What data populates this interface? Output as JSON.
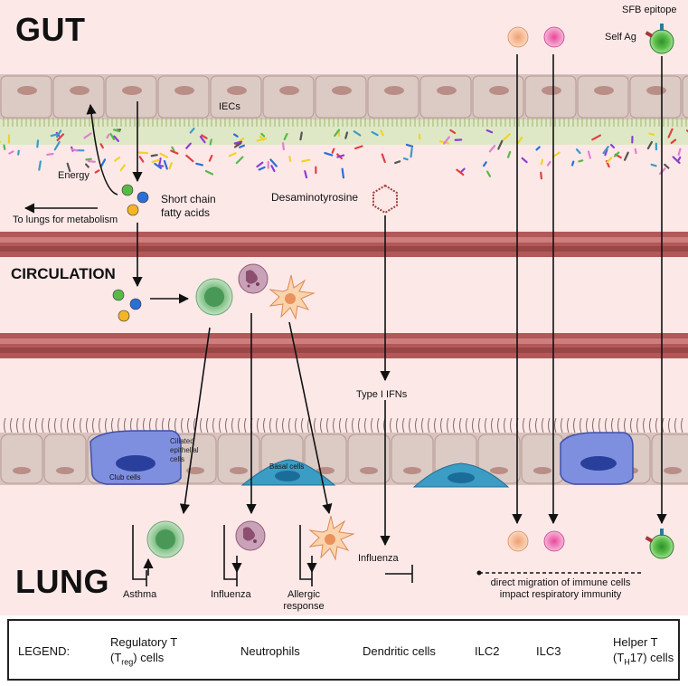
{
  "regions": {
    "gut": "GUT",
    "circulation": "CIRCULATION",
    "lung": "LUNG"
  },
  "gut_labels": {
    "iecs": "IECs",
    "energy": "Energy",
    "scfa_line1": "Short chain",
    "scfa_line2": "fatty acids",
    "to_lungs": "To lungs for metabolism",
    "desaminotyrosine": "Desaminotyrosine",
    "sfb_epitope": "SFB epitope",
    "self_ag": "Self Ag"
  },
  "lung_labels": {
    "type_i_ifns": "Type I IFNs",
    "ciliated_line1": "Ciliated",
    "ciliated_line2": "epithelial",
    "ciliated_line3": "cells",
    "club_cells": "Club cells",
    "basal_cells": "Basal cells",
    "asthma": "Asthma",
    "influenza_neutrophil": "Influenza",
    "allergic_line1": "Allergic",
    "allergic_line2": "response",
    "influenza_ifn": "Influenza",
    "migration_line1": "direct migration of immune cells",
    "migration_line2": "impact respiratory immunity"
  },
  "legend": {
    "title": "LEGEND:",
    "treg_line1": "Regulatory T",
    "treg_line2_main": "(T",
    "treg_line2_sub": "reg",
    "treg_line2_end": ") cells",
    "neutrophils": "Neutrophils",
    "dendritic": "Dendritic cells",
    "ilc2": "ILC2",
    "ilc3": "ILC3",
    "th_line1": "Helper T",
    "th_line2_main": "(T",
    "th_line2_sub": "H",
    "th_line2_end": "17) cells"
  },
  "colors": {
    "background": "#fde8e8",
    "vessel": "#a14d4d",
    "epithelium": "#d9c3be",
    "club_cell": "#7f8fdf",
    "basal_cell": "#3b9cc4",
    "treg": "#a9d4a9",
    "neutrophil": "#b98aa6",
    "dendritic": "#f6c79a",
    "ilc2": "#f3b78e",
    "ilc3": "#f07ab8",
    "th17": "#4caf3a"
  }
}
